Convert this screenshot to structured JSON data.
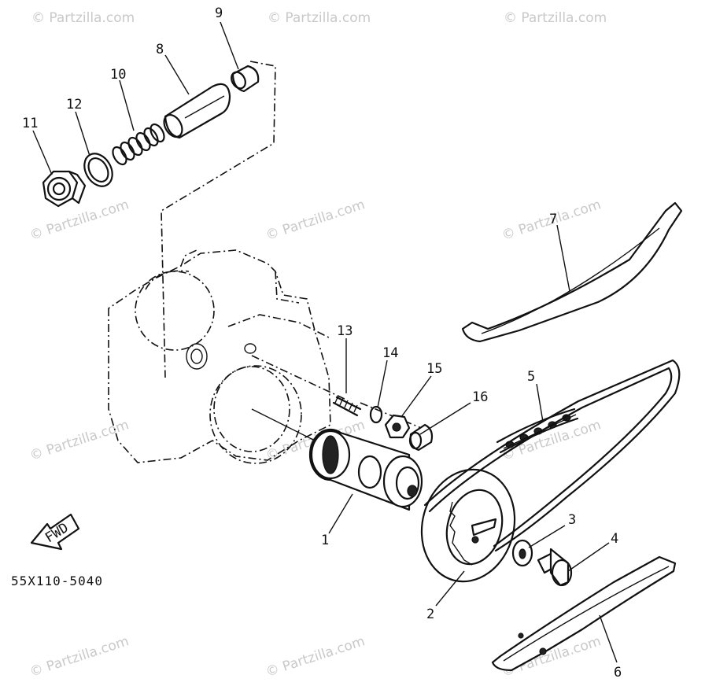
{
  "diagram": {
    "part_code": "55X110-5040",
    "fwd_label": "FWD",
    "watermark": "© Partzilla.com",
    "callouts": [
      {
        "id": "1",
        "label": "1"
      },
      {
        "id": "2",
        "label": "2"
      },
      {
        "id": "3",
        "label": "3"
      },
      {
        "id": "4",
        "label": "4"
      },
      {
        "id": "5",
        "label": "5"
      },
      {
        "id": "6",
        "label": "6"
      },
      {
        "id": "7",
        "label": "7"
      },
      {
        "id": "8",
        "label": "8"
      },
      {
        "id": "9",
        "label": "9"
      },
      {
        "id": "10",
        "label": "10"
      },
      {
        "id": "11",
        "label": "11"
      },
      {
        "id": "12",
        "label": "12"
      },
      {
        "id": "13",
        "label": "13"
      },
      {
        "id": "14",
        "label": "14"
      },
      {
        "id": "15",
        "label": "15"
      },
      {
        "id": "16",
        "label": "16"
      }
    ]
  }
}
